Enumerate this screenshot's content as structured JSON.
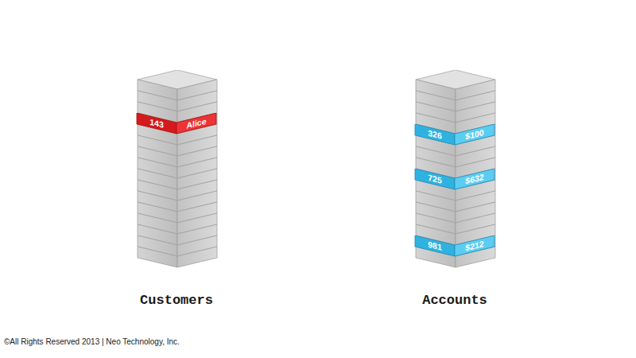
{
  "diagram": {
    "nodes": [
      {
        "text": [
          "Customers"
        ]
      },
      {
        "text": [
          "143",
          "Alice"
        ],
        "in": 0
      },
      {
        "text": [
          "Accounts"
        ]
      },
      {
        "text": [
          "326",
          "$100"
        ],
        "in": 2
      },
      {
        "text": [
          "725",
          "$632"
        ],
        "in": 2
      },
      {
        "text": [
          "981",
          "$212"
        ],
        "in": 2
      }
    ],
    "labels": [
      "©All Rights Reserved 2013 | Neo Technology, Inc."
    ]
  }
}
